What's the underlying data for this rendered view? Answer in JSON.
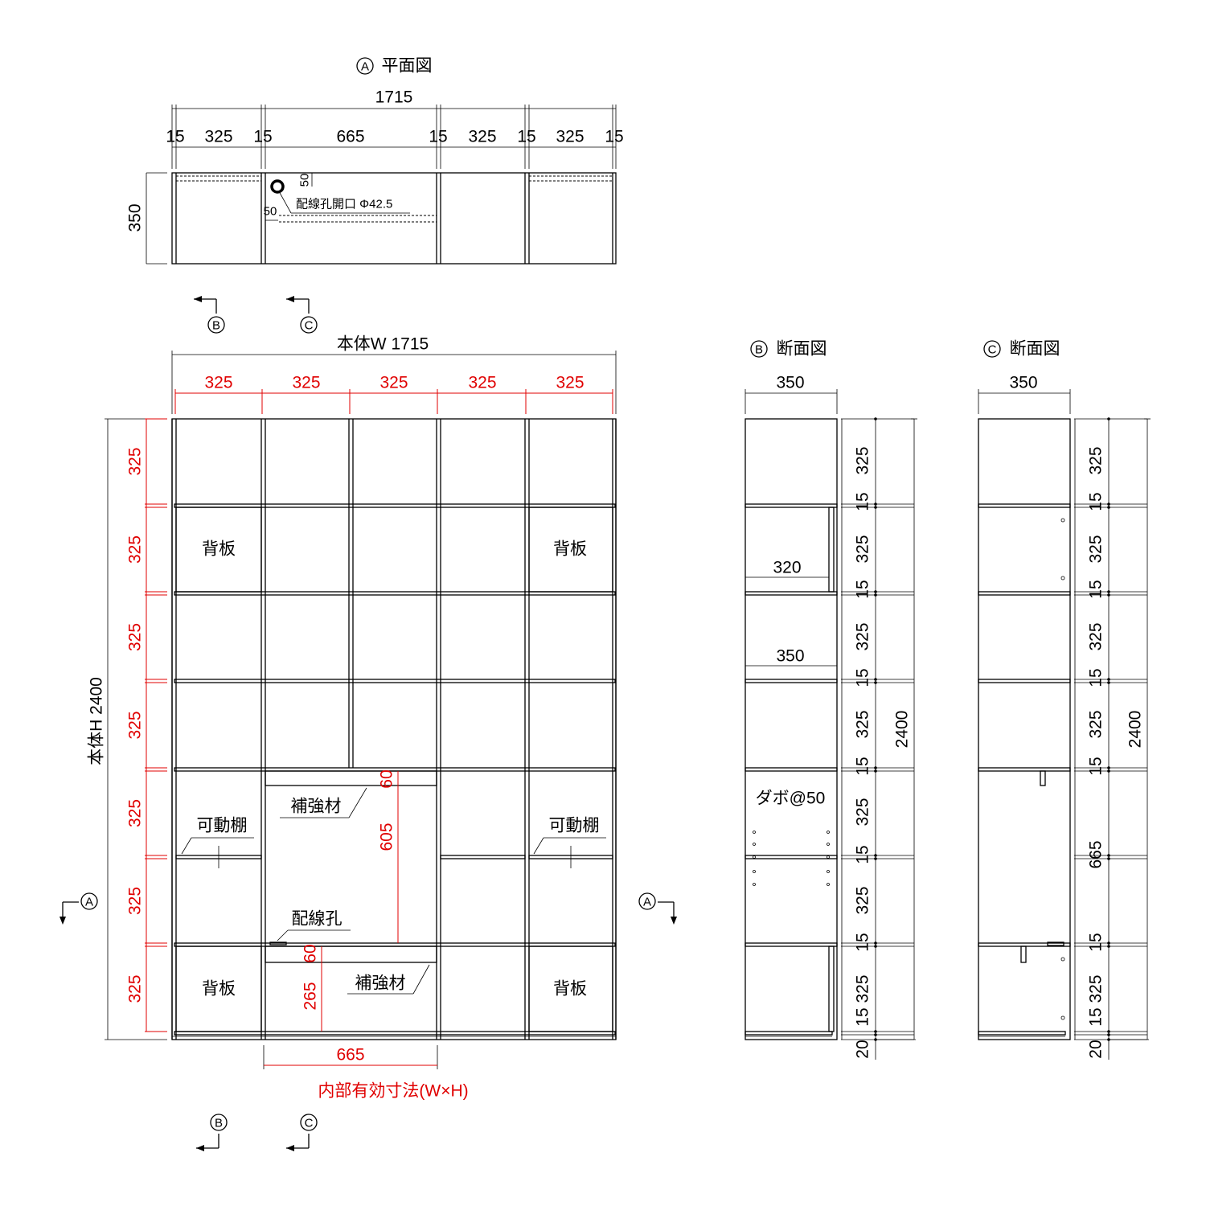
{
  "plan": {
    "marker": "A",
    "title": "平面図",
    "total": "1715",
    "segments": [
      "15",
      "325",
      "15",
      "665",
      "15",
      "325",
      "15",
      "325",
      "15"
    ],
    "depth": "350",
    "hole_label": "配線孔開口 Φ42.5",
    "hole_offset_top": "50",
    "hole_offset_left": "50"
  },
  "markers": {
    "a": "A",
    "b": "B",
    "c": "C"
  },
  "front": {
    "width_label": "本体W 1715",
    "height_label": "本体H 2400",
    "col_widths": [
      "325",
      "325",
      "325",
      "325",
      "325"
    ],
    "row_heights": [
      "325",
      "325",
      "325",
      "325",
      "325",
      "325",
      "325"
    ],
    "back_panel": "背板",
    "movable_shelf": "可動棚",
    "reinforcement": "補強材",
    "wiring_hole": "配線孔",
    "dim_top_reinf": "60",
    "dim_opening": "605",
    "dim_bottom_reinf": "60",
    "dim_bottom": "265",
    "inner_width": "665",
    "caption": "内部有効寸法(W×H)"
  },
  "sectionB": {
    "marker": "B",
    "title": "断面図",
    "depth": "350",
    "inner_depth_1": "320",
    "inner_depth_2": "350",
    "dowel": "ダボ@50",
    "dims": [
      "325",
      "15",
      "325",
      "15",
      "325",
      "15",
      "325",
      "15",
      "325",
      "15",
      "325",
      "15",
      "325",
      "15",
      "20"
    ],
    "total": "2400"
  },
  "sectionC": {
    "marker": "C",
    "title": "断面図",
    "depth": "350",
    "dims": [
      "325",
      "15",
      "325",
      "15",
      "325",
      "15",
      "325",
      "15",
      "665",
      "15",
      "325",
      "15",
      "20"
    ],
    "total": "2400"
  }
}
